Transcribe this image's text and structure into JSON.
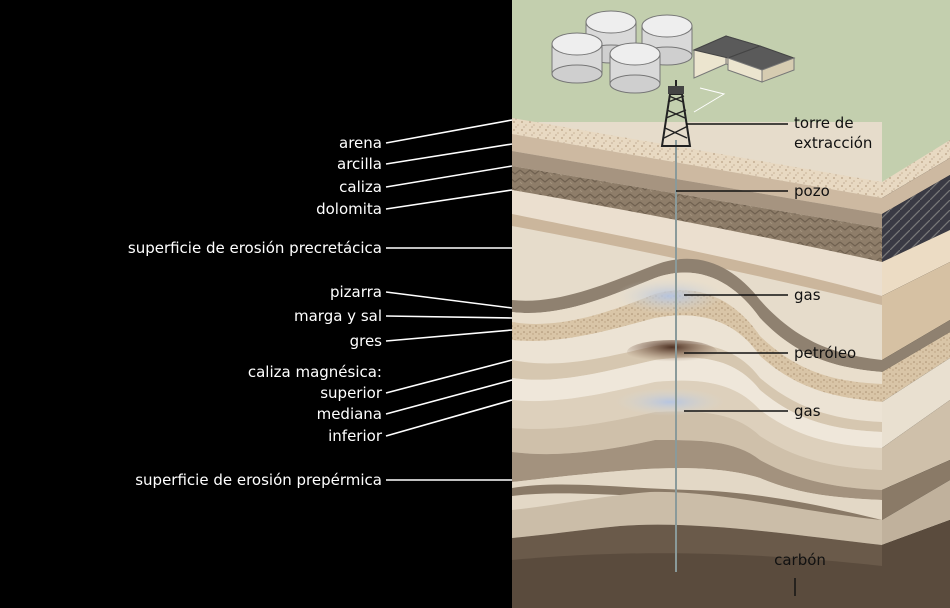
{
  "left_labels": {
    "arena": "arena",
    "arcilla": "arcilla",
    "caliza": "caliza",
    "dolomita": "dolomita",
    "superficie_precretacica": "superficie de erosión precretácica",
    "pizarra": "pizarra",
    "marga_y_sal": "marga y sal",
    "gres": "gres",
    "caliza_magnesica": "caliza magnésica:",
    "superior": "superior",
    "mediana": "mediana",
    "inferior": "inferior",
    "superficie_prepermica": "superficie de erosión prepérmica"
  },
  "right_labels": {
    "torre_line1": "torre de",
    "torre_line2": "extracción",
    "pozo": "pozo",
    "gas_upper": "gas",
    "petroleo": "petróleo",
    "gas_lower": "gas",
    "carbon": "carbón"
  },
  "colors": {
    "background": "#000000",
    "surface_grass": "#c3cfae",
    "sand": "#e8d9c2",
    "clay": "#cdb8a0",
    "limestone": "#a99680",
    "dolomite": "#8c7b68",
    "shale": "#8f8170",
    "sandstone": "#d8c6aa",
    "coal_base": "#5e5042",
    "gas": "#b9c8df",
    "oil": "#5a3b2a"
  }
}
